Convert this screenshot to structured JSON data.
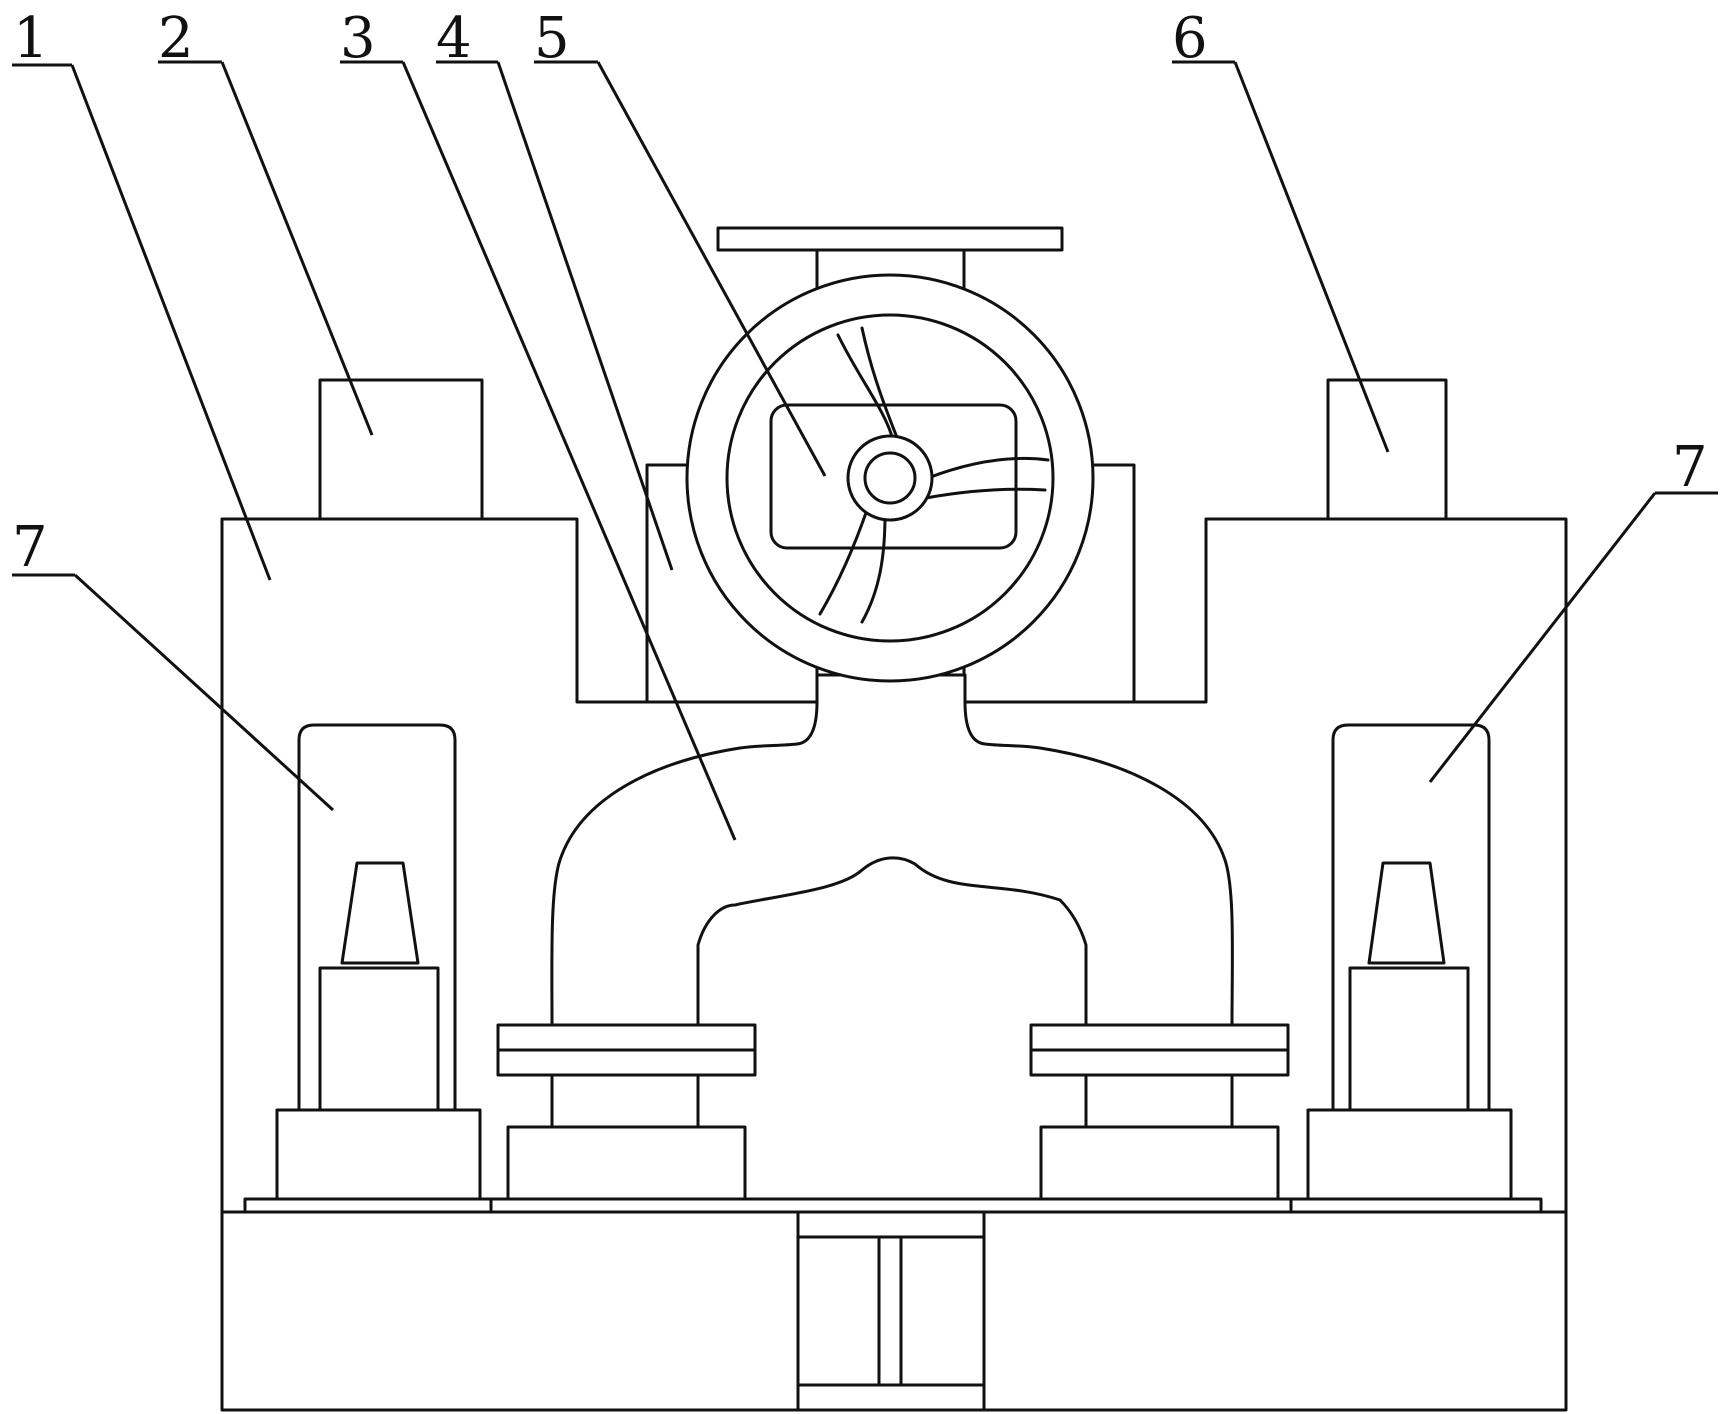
{
  "labels": [
    {
      "id": "label-1",
      "text": "1"
    },
    {
      "id": "label-2",
      "text": "2"
    },
    {
      "id": "label-3",
      "text": "3"
    },
    {
      "id": "label-4",
      "text": "4"
    },
    {
      "id": "label-5",
      "text": "5"
    },
    {
      "id": "label-6",
      "text": "6"
    },
    {
      "id": "label-7-left",
      "text": "7"
    },
    {
      "id": "label-7-right",
      "text": "7"
    }
  ],
  "colors": {
    "line": "#111111",
    "background": "#ffffff"
  }
}
